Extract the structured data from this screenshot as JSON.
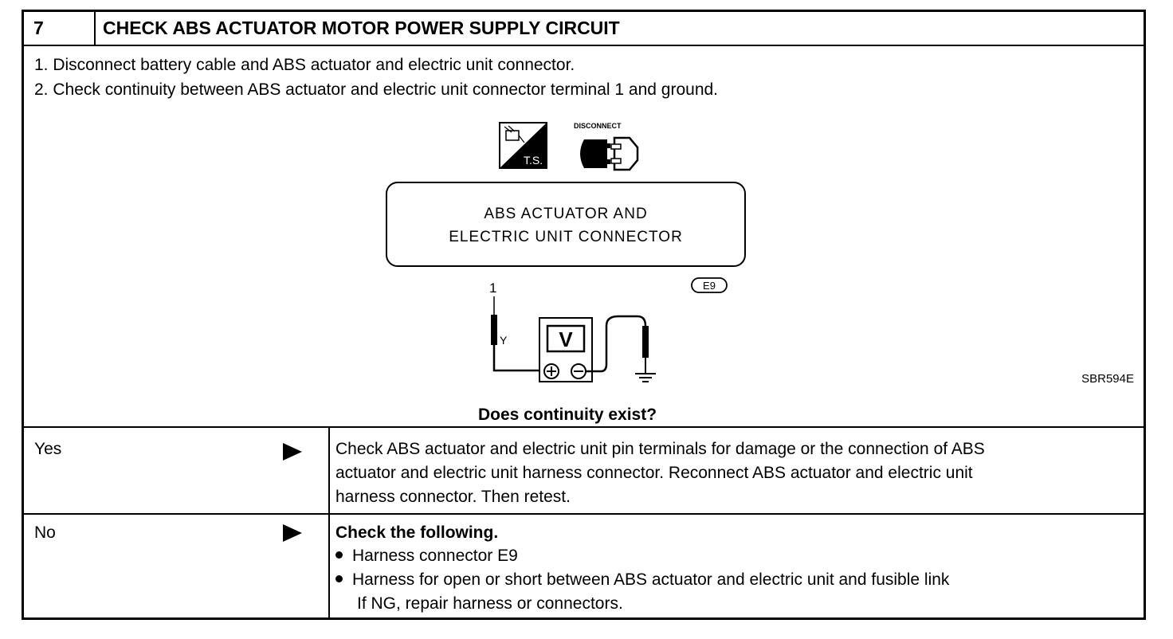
{
  "header": {
    "step_number": "7",
    "title": "CHECK ABS ACTUATOR MOTOR POWER SUPPLY CIRCUIT"
  },
  "instructions": [
    "1. Disconnect battery cable and ABS actuator and electric unit connector.",
    "2. Check continuity between ABS actuator and electric unit connector terminal 1 and ground."
  ],
  "diagram": {
    "ts_icon_label": "T.S.",
    "disconnect_label": "DISCONNECT",
    "connector_line1": "ABS ACTUATOR AND",
    "connector_line2": "ELECTRIC UNIT CONNECTOR",
    "terminal_number": "1",
    "connector_code": "E9",
    "wire_color": "Y",
    "meter_label": "V",
    "reference_code": "SBR594E",
    "icons": [
      "tester-icon",
      "disconnect-connector-icon",
      "voltmeter-icon",
      "ground-icon"
    ]
  },
  "question": "Does continuity exist?",
  "results": [
    {
      "answer": "Yes",
      "lines": [
        "Check ABS actuator and electric unit pin terminals for damage or the connection of ABS",
        "actuator and electric unit harness connector. Reconnect ABS actuator and electric unit",
        "harness connector. Then retest."
      ]
    },
    {
      "answer": "No",
      "heading": "Check the following.",
      "bullets": [
        "Harness connector E9",
        "Harness for open or short between ABS actuator and electric unit and fusible link"
      ],
      "footer": "If NG, repair harness or connectors."
    }
  ]
}
